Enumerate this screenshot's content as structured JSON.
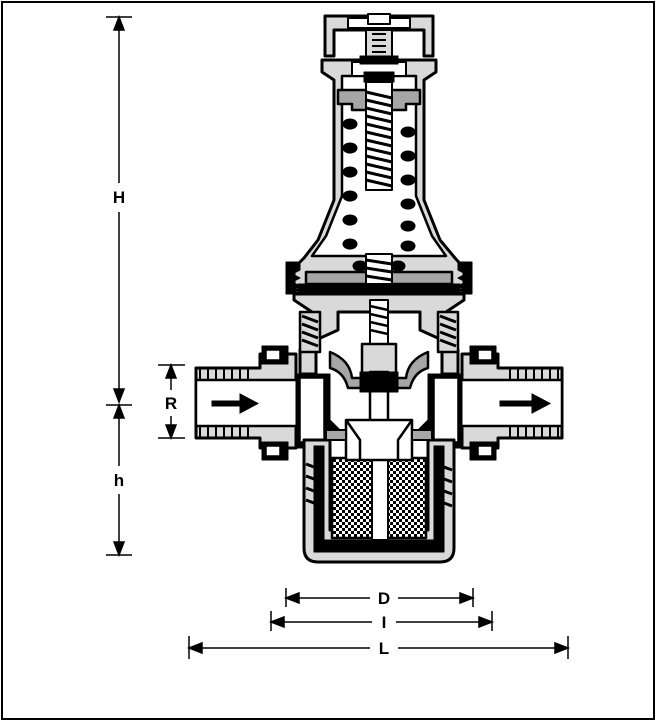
{
  "figure": {
    "dimension_labels": {
      "H": "H",
      "h": "h",
      "R": "R",
      "D": "D",
      "I": "I",
      "L": "L"
    },
    "colors": {
      "ink": "#000000",
      "light_gray": "#d9d9d9",
      "mid_gray": "#a6a6a6",
      "background": "#ffffff"
    },
    "flow_direction": "left-to-right"
  }
}
